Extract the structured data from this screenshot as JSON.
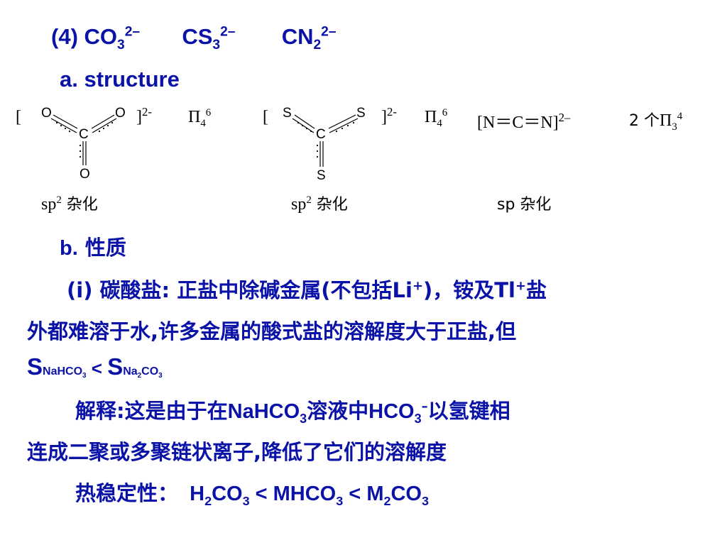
{
  "colors": {
    "heading": "#0a12a8",
    "structure": "#000000"
  },
  "header": {
    "prefix": "(4) CO",
    "co3_sub": "3",
    "co3_sup": "2–",
    "cs3": "CS",
    "cs3_sub": "3",
    "cs3_sup": "2–",
    "cn2": "CN",
    "cn2_sub": "2",
    "cn2_sup": "2–"
  },
  "section_a": {
    "label": "a. structure"
  },
  "structures": {
    "co3": {
      "open_bracket": "[",
      "close_bracket": "]",
      "charge": "2-",
      "atoms": {
        "top_left": "O",
        "top_right": "O",
        "center": "C",
        "bottom": "O"
      },
      "pi": "Π",
      "pi_sub": "4",
      "pi_sup": "6",
      "hybrid": "sp",
      "hybrid_sup": "2",
      "hybrid_text": " 杂化"
    },
    "cs3": {
      "open_bracket": "[",
      "close_bracket": "]",
      "charge": "2-",
      "atoms": {
        "top_left": "S",
        "top_right": "S",
        "center": "C",
        "bottom": "S"
      },
      "pi": "Π",
      "pi_sub": "4",
      "pi_sup": "6",
      "hybrid": "sp",
      "hybrid_sup": "2",
      "hybrid_text": " 杂化"
    },
    "cn2": {
      "formula": "[N＝C＝N]",
      "charge": "2–",
      "count": "2 个",
      "pi": "Π",
      "pi_sub": "3",
      "pi_sup": "4",
      "hybrid": "sp 杂化"
    }
  },
  "section_b": {
    "label_prefix": "b.",
    "label_text": "性质"
  },
  "paragraph_i": {
    "lead": "(i) 碳酸盐: ",
    "text1": "正盐中除碱金属(不包括",
    "li": "Li",
    "li_sup": "+",
    "text2": ")，铵及",
    "tl": "Tl",
    "tl_sup": "+",
    "text3": "盐",
    "line2": "外都难溶于水,许多金属的酸式盐的溶解度大于正盐,但"
  },
  "solubility": {
    "s1": "S",
    "s1_sub": "NaHCO",
    "s1_sub2": "3",
    "lt": " < ",
    "s2": "S",
    "s2_sub": "Na",
    "s2_sub2": "2",
    "s2_sub3": "CO",
    "s2_sub4": "3"
  },
  "explanation": {
    "label": "解释:",
    "text1": "这是由于在",
    "nahco3": "NaHCO",
    "nahco3_sub": "3",
    "text2": "溶液中",
    "hco3": "HCO",
    "hco3_sub": "3",
    "hco3_sup": "–",
    "text3": "以氢键相",
    "line2": "连成二聚或多聚链状离子,降低了它们的溶解度"
  },
  "thermal": {
    "label": "热稳定性：",
    "h": "H",
    "h_sub": "2",
    "h_co": "CO",
    "h_co_sub": "3",
    "lt1": " < ",
    "m": "MHCO",
    "m_sub": "3",
    "lt2": " < ",
    "m2": "M",
    "m2_sub": "2",
    "m2_co": "CO",
    "m2_co_sub": "3"
  }
}
